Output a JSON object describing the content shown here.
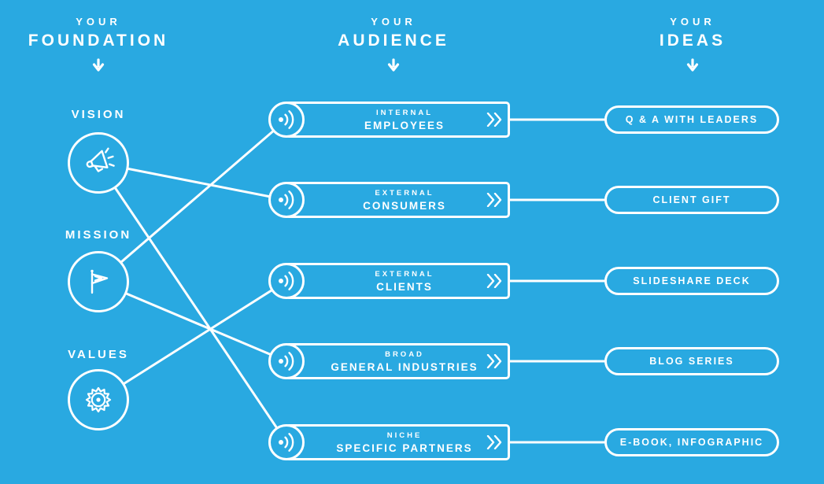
{
  "colors": {
    "background": "#29A9E1",
    "foreground": "#FFFFFF"
  },
  "columns": {
    "foundation": {
      "kicker": "YOUR",
      "title": "FOUNDATION",
      "arrow_icon": "down-arrow-icon"
    },
    "audience": {
      "kicker": "YOUR",
      "title": "AUDIENCE",
      "arrow_icon": "down-arrow-icon"
    },
    "ideas": {
      "kicker": "YOUR",
      "title": "IDEAS",
      "arrow_icon": "down-arrow-icon"
    }
  },
  "foundation_items": [
    {
      "label": "VISION",
      "icon": "megaphone-icon"
    },
    {
      "label": "MISSION",
      "icon": "flag-icon"
    },
    {
      "label": "VALUES",
      "icon": "badge-seal-icon"
    }
  ],
  "audience_items": [
    {
      "kicker": "INTERNAL",
      "label": "EMPLOYEES",
      "left_icon": "sound-waves-icon",
      "right_icon": "double-chevron-right-icon"
    },
    {
      "kicker": "EXTERNAL",
      "label": "CONSUMERS",
      "left_icon": "sound-waves-icon",
      "right_icon": "double-chevron-right-icon"
    },
    {
      "kicker": "EXTERNAL",
      "label": "CLIENTS",
      "left_icon": "sound-waves-icon",
      "right_icon": "double-chevron-right-icon"
    },
    {
      "kicker": "BROAD",
      "label": "GENERAL INDUSTRIES",
      "left_icon": "sound-waves-icon",
      "right_icon": "double-chevron-right-icon"
    },
    {
      "kicker": "NICHE",
      "label": "SPECIFIC PARTNERS",
      "left_icon": "sound-waves-icon",
      "right_icon": "double-chevron-right-icon"
    }
  ],
  "idea_items": [
    {
      "label": "Q & A WITH LEADERS"
    },
    {
      "label": "CLIENT GIFT"
    },
    {
      "label": "SLIDESHARE DECK"
    },
    {
      "label": "BLOG SERIES"
    },
    {
      "label": "E-BOOK, INFOGRAPHIC"
    }
  ],
  "connections": [
    {
      "from": "VISION",
      "to": "EXTERNAL CONSUMERS"
    },
    {
      "from": "VISION",
      "to": "NICHE SPECIFIC PARTNERS"
    },
    {
      "from": "MISSION",
      "to": "INTERNAL EMPLOYEES"
    },
    {
      "from": "MISSION",
      "to": "BROAD GENERAL INDUSTRIES"
    },
    {
      "from": "VALUES",
      "to": "EXTERNAL CLIENTS"
    },
    {
      "from": "INTERNAL EMPLOYEES",
      "to": "Q & A WITH LEADERS"
    },
    {
      "from": "EXTERNAL CONSUMERS",
      "to": "CLIENT GIFT"
    },
    {
      "from": "EXTERNAL CLIENTS",
      "to": "SLIDESHARE DECK"
    },
    {
      "from": "BROAD GENERAL INDUSTRIES",
      "to": "BLOG SERIES"
    },
    {
      "from": "NICHE SPECIFIC PARTNERS",
      "to": "E-BOOK, INFOGRAPHIC"
    }
  ]
}
